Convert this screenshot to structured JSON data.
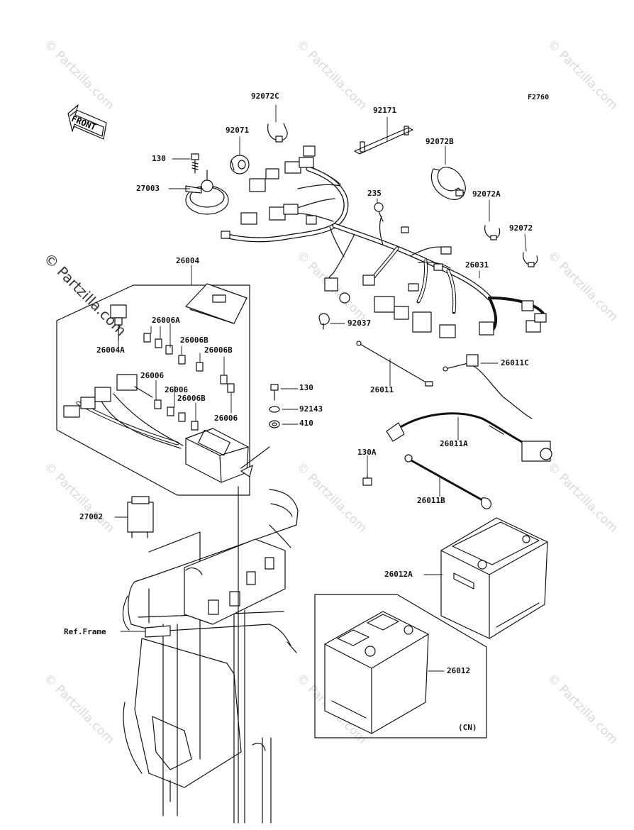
{
  "diagram": {
    "figure_code": "F2760",
    "front_label": "FRONT",
    "watermark": "© Partzilla.com",
    "ref_frame_label": "Ref.Frame",
    "cn_label": "(CN)",
    "part_labels": [
      "92072C",
      "92171",
      "92071",
      "130",
      "27003",
      "92072B",
      "235",
      "92072A",
      "92072",
      "26004",
      "26031",
      "26006A",
      "26004A",
      "92037",
      "26006B",
      "26006B",
      "26011C",
      "26006",
      "26006",
      "26011",
      "130",
      "26006B",
      "92143",
      "26006",
      "410",
      "130A",
      "26011A",
      "26011B",
      "27002",
      "26012A",
      "26012"
    ]
  }
}
